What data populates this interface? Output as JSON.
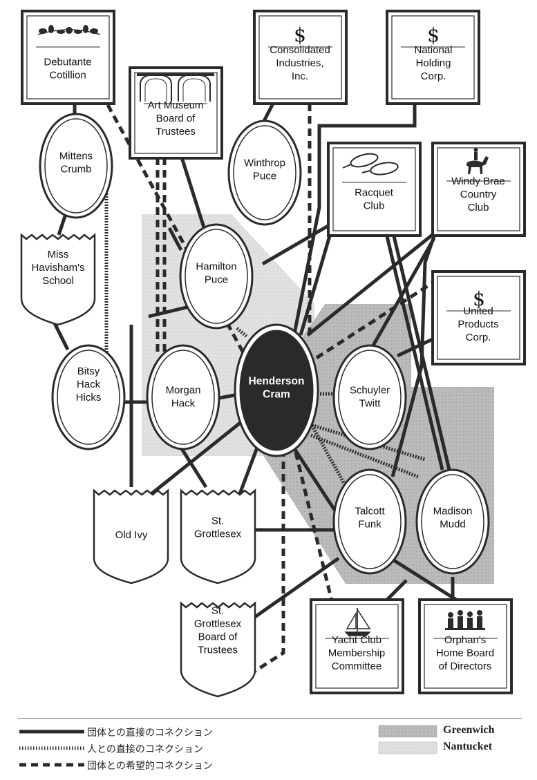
{
  "colors": {
    "line": "#2a2a2a",
    "greenwich": "#b9b9b9",
    "nantucket": "#dcdcdc",
    "center_fill": "#2a2a2a"
  },
  "nodes": {
    "debutante_cotillion": "Debutante\nCotillion",
    "art_museum": "Art Museum\nBoard of\nTrustees",
    "consolidated": "Consolidated\nIndustries,\nInc.",
    "national_holding": "National\nHolding\nCorp.",
    "racquet_club": "Racquet\nClub",
    "windy_brae": "Windy Brae\nCountry\nClub",
    "united_products": "United\nProducts\nCorp.",
    "yacht_club": "Yacht Club\nMembership\nCommittee",
    "orphans_home": "Orphan's\nHome Board\nof Directors",
    "mittens_crumb": "Mittens\nCrumb",
    "winthrop_puce": "Winthrop\nPuce",
    "hamilton_puce": "Hamilton\nPuce",
    "henderson_cram": "Henderson\nCram",
    "bitsy_hack_hicks": "Bitsy\nHack\nHicks",
    "morgan_hack": "Morgan\nHack",
    "schuyler_twitt": "Schuyler\nTwitt",
    "talcott_funk": "Talcott\nFunk",
    "madison_mudd": "Madison\nMudd",
    "miss_havishams": "Miss\nHavisham's\nSchool",
    "old_ivy": "Old Ivy",
    "st_grottlesex": "St.\nGrottlesex",
    "st_grottlesex_board": "St.\nGrottlesex\nBoard of\nTrustees"
  },
  "icons": {
    "consolidated": "dollar-sign-icon",
    "national_holding": "dollar-sign-icon",
    "united_products": "dollar-sign-icon",
    "racquet_club": "tennis-racquet-icon",
    "windy_brae": "horse-rider-icon",
    "yacht_club": "sailboat-icon",
    "orphans_home": "children-group-icon",
    "art_museum": "arch-icon",
    "debutante_cotillion": "floral-ornament-icon"
  },
  "legend": {
    "direct_org": "団体との直接のコネクション",
    "direct_person": "人との直接のコネクション",
    "desired_org": "団体との希望的コネクション",
    "greenwich": "Greenwich",
    "nantucket": "Nantucket"
  }
}
